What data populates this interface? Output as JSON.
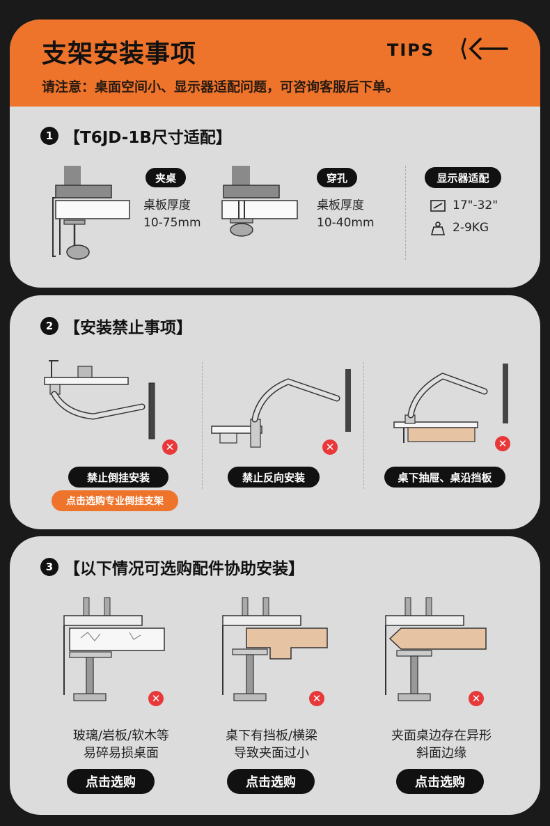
{
  "header": {
    "title": "支架安装事项",
    "tips": "TIPS",
    "notice": "请注意：桌面空间小、显示器适配问题，可咨询客服后下单。"
  },
  "section1": {
    "number": "1",
    "title": "【T6JD-1B尺寸适配】",
    "clamp": {
      "label": "夹桌",
      "thickness_label": "桌板厚度",
      "thickness_range": "10-75mm"
    },
    "grommet": {
      "label": "穿孔",
      "thickness_label": "桌板厚度",
      "thickness_range": "10-40mm"
    },
    "monitor": {
      "label": "显示器适配",
      "size": "17\"-32\"",
      "weight": "2-9KG"
    }
  },
  "section2": {
    "number": "2",
    "title": "【安装禁止事项】",
    "items": [
      {
        "label": "禁止倒挂安装",
        "link": "点击选购专业倒挂支架"
      },
      {
        "label": "禁止反向安装"
      },
      {
        "label": "桌下抽屉、桌沿挡板"
      }
    ]
  },
  "section3": {
    "number": "3",
    "title": "【以下情况可选购配件协助安装】",
    "items": [
      {
        "line1": "玻璃/岩板/软木等",
        "line2": "易碎易损桌面",
        "button": "点击选购"
      },
      {
        "line1": "桌下有挡板/横梁",
        "line2": "导致夹面过小",
        "button": "点击选购"
      },
      {
        "line1": "夹面桌边存在异形",
        "line2": "斜面边缘",
        "button": "点击选购"
      }
    ]
  },
  "colors": {
    "accent": "#ee742c",
    "panel": "#dcdcdc",
    "background": "#1a1a1a",
    "warning": "#e8383a",
    "wood": "#e0b894"
  },
  "icons": [
    "arrow-left-icon",
    "monitor-size-icon",
    "weight-icon",
    "prohibited-icon"
  ]
}
